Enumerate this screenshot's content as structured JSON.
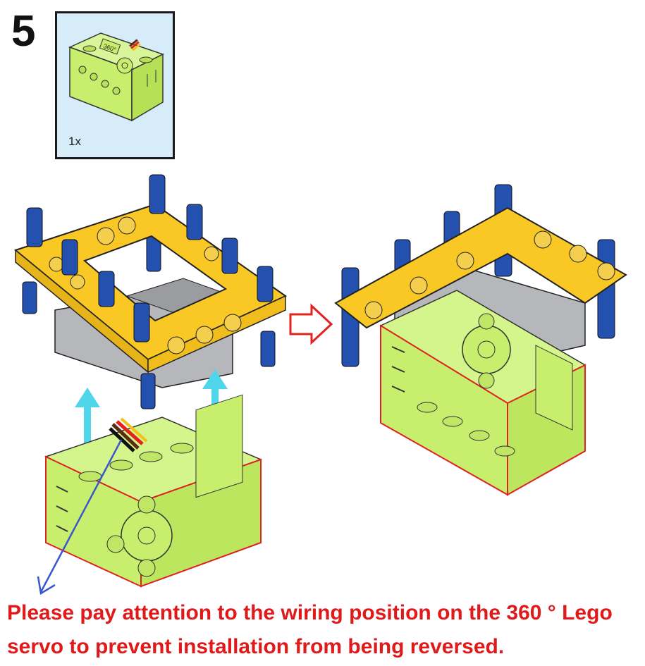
{
  "step": {
    "number": "5"
  },
  "parts": {
    "quantity": "1x",
    "servo_label": "360°"
  },
  "caption": {
    "line1": "Please pay attention to the wiring position on the 360 ° Lego",
    "line2": "servo to prevent installation from being reversed."
  },
  "colors": {
    "servo_green": "#c7ef6d",
    "frame_yellow": "#f9c824",
    "pin_blue": "#2450b0",
    "arrow_cyan": "#4fd6ea",
    "arrow_red": "#e0231f",
    "pointer_blue": "#3a55d0",
    "caption_red": "#e01a1a"
  },
  "icons": [
    "direction-arrow-icon",
    "assembly-arrow-icon",
    "pointer-arrow-icon",
    "servo-cable-icon"
  ]
}
